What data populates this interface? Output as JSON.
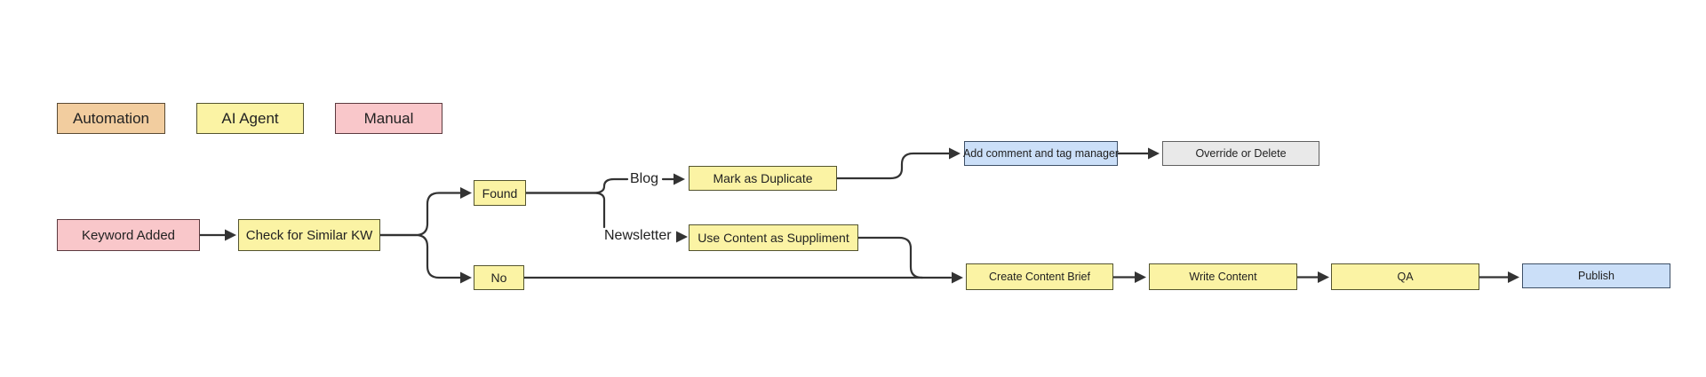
{
  "colors": {
    "line-color": "#333333",
    "text-color": "#222222",
    "tan-fill": "#F2CD9F",
    "tan-stroke": "#5A4A33",
    "yellow-fill": "#FBF3A4",
    "yellow-stroke": "#54542F",
    "pink-fill": "#F9C7CA",
    "pink-stroke": "#5C3A3F",
    "blue-fill": "#CBDFF8",
    "blue-stroke": "#3E5067",
    "gray-fill": "#E9E9E9",
    "gray-stroke": "#606060"
  },
  "nodes": [
    {
      "id": "legend-automation",
      "label": "Automation",
      "kind": "tan"
    },
    {
      "id": "legend-ai-agent",
      "label": "AI Agent",
      "kind": "yellow"
    },
    {
      "id": "legend-manual",
      "label": "Manual",
      "kind": "pink"
    },
    {
      "id": "keyword-added",
      "label": "Keyword Added",
      "kind": "pink"
    },
    {
      "id": "check-similar-kw",
      "label": "Check for Similar KW",
      "kind": "yellow"
    },
    {
      "id": "found",
      "label": "Found",
      "kind": "yellow"
    },
    {
      "id": "no",
      "label": "No",
      "kind": "yellow"
    },
    {
      "id": "mark-as-duplicate",
      "label": "Mark as Duplicate",
      "kind": "yellow"
    },
    {
      "id": "use-content",
      "label": "Use Content as Suppliment",
      "kind": "yellow"
    },
    {
      "id": "add-comment",
      "label": "Add comment and tag manager",
      "kind": "blue"
    },
    {
      "id": "override-delete",
      "label": "Override or Delete",
      "kind": "gray"
    },
    {
      "id": "create-brief",
      "label": "Create Content Brief",
      "kind": "yellow"
    },
    {
      "id": "write-content",
      "label": "Write Content",
      "kind": "yellow"
    },
    {
      "id": "qa",
      "label": "QA",
      "kind": "yellow"
    },
    {
      "id": "publish",
      "label": "Publish",
      "kind": "blue"
    }
  ],
  "edge_labels": {
    "blog": "Blog",
    "newsletter": "Newsletter"
  },
  "edges": [
    {
      "from": "Keyword Added",
      "to": "Check for Similar KW"
    },
    {
      "from": "Check for Similar KW",
      "to": "Found"
    },
    {
      "from": "Check for Similar KW",
      "to": "No"
    },
    {
      "from": "Found",
      "to": "Mark as Duplicate",
      "label": "Blog"
    },
    {
      "from": "Found",
      "to": "Use Content as Suppliment",
      "label": "Newsletter"
    },
    {
      "from": "Mark as Duplicate",
      "to": "Add comment and tag manager"
    },
    {
      "from": "Add comment and tag manager",
      "to": "Override or Delete"
    },
    {
      "from": "No",
      "to": "Create Content Brief"
    },
    {
      "from": "Use Content as Suppliment",
      "to": "Create Content Brief"
    },
    {
      "from": "Create Content Brief",
      "to": "Write Content"
    },
    {
      "from": "Write Content",
      "to": "QA"
    },
    {
      "from": "QA",
      "to": "Publish"
    }
  ]
}
